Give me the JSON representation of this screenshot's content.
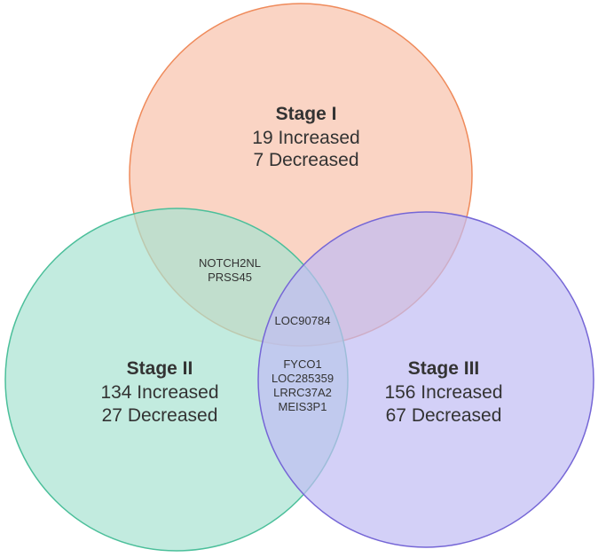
{
  "sets": [
    {
      "id": "stage1",
      "title": "Stage I",
      "lines": [
        "19 Increased",
        "7 Decreased"
      ],
      "fill": "#f9c9b5",
      "stroke": "#ef8a5a"
    },
    {
      "id": "stage2",
      "title": "Stage II",
      "lines": [
        "134 Increased",
        "27 Decreased"
      ],
      "fill": "#a8e3d2",
      "stroke": "#4bbf9a"
    },
    {
      "id": "stage3",
      "title": "Stage III",
      "lines": [
        "156 Increased",
        "67 Decreased"
      ],
      "fill": "#c1bcf3",
      "stroke": "#7566d6"
    }
  ],
  "overlaps": {
    "stage1_stage2": [
      "NOTCH2NL",
      "PRSS45"
    ],
    "stage1_stage2_stage3": [
      "LOC90784"
    ],
    "stage2_stage3": [
      "FYCO1",
      "LOC285359",
      "LRRC37A2",
      "MEIS3P1"
    ]
  }
}
